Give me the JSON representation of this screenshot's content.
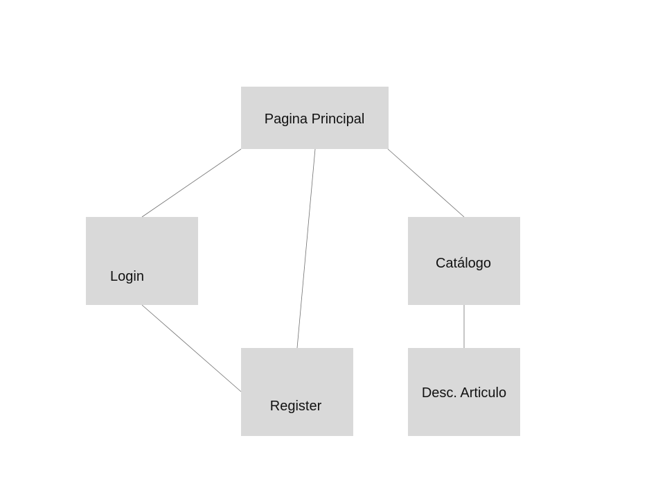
{
  "diagram": {
    "background": "#ffffff",
    "node_fill": "#d9d9d9",
    "edge_color": "#6f6f6f",
    "text_color": "#111111",
    "nodes": {
      "pagina_principal": {
        "label": "Pagina Principal"
      },
      "login": {
        "label": "Login"
      },
      "register": {
        "label": "Register"
      },
      "catalogo": {
        "label": "Catálogo"
      },
      "desc_articulo": {
        "label": "Desc. Articulo"
      }
    },
    "edges": [
      {
        "from": "pagina_principal",
        "to": "login"
      },
      {
        "from": "pagina_principal",
        "to": "register"
      },
      {
        "from": "pagina_principal",
        "to": "catalogo"
      },
      {
        "from": "login",
        "to": "register"
      },
      {
        "from": "catalogo",
        "to": "desc_articulo"
      }
    ]
  }
}
